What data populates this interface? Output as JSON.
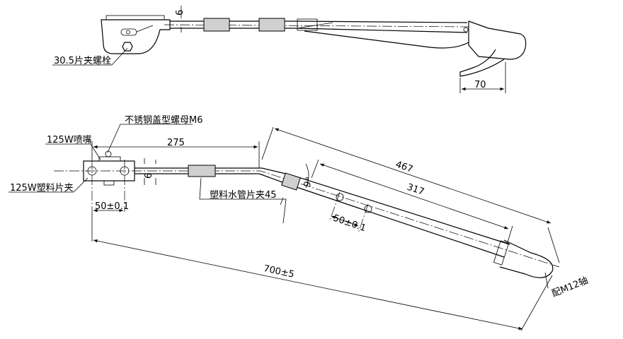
{
  "top_view": {
    "bolt_label": "30.5片夹螺栓",
    "thickness_dim": "6",
    "hook_width_dim": "70"
  },
  "bottom_view": {
    "nut_label": "不锈钢盖型螺母M6",
    "nozzle_label": "125W喷嘴",
    "clip_label": "125W塑料片夹",
    "dim_275": "275",
    "thickness_dim": "6",
    "hole_spacing_left": "50±0.1",
    "hose_clip_label": "塑料水管片夹45",
    "dim_467": "467",
    "dim_317": "317",
    "angle_dim": "9°",
    "hole_spacing_right": "50±0.1",
    "shaft_label": "配M12轴",
    "overall_length": "700±5"
  }
}
